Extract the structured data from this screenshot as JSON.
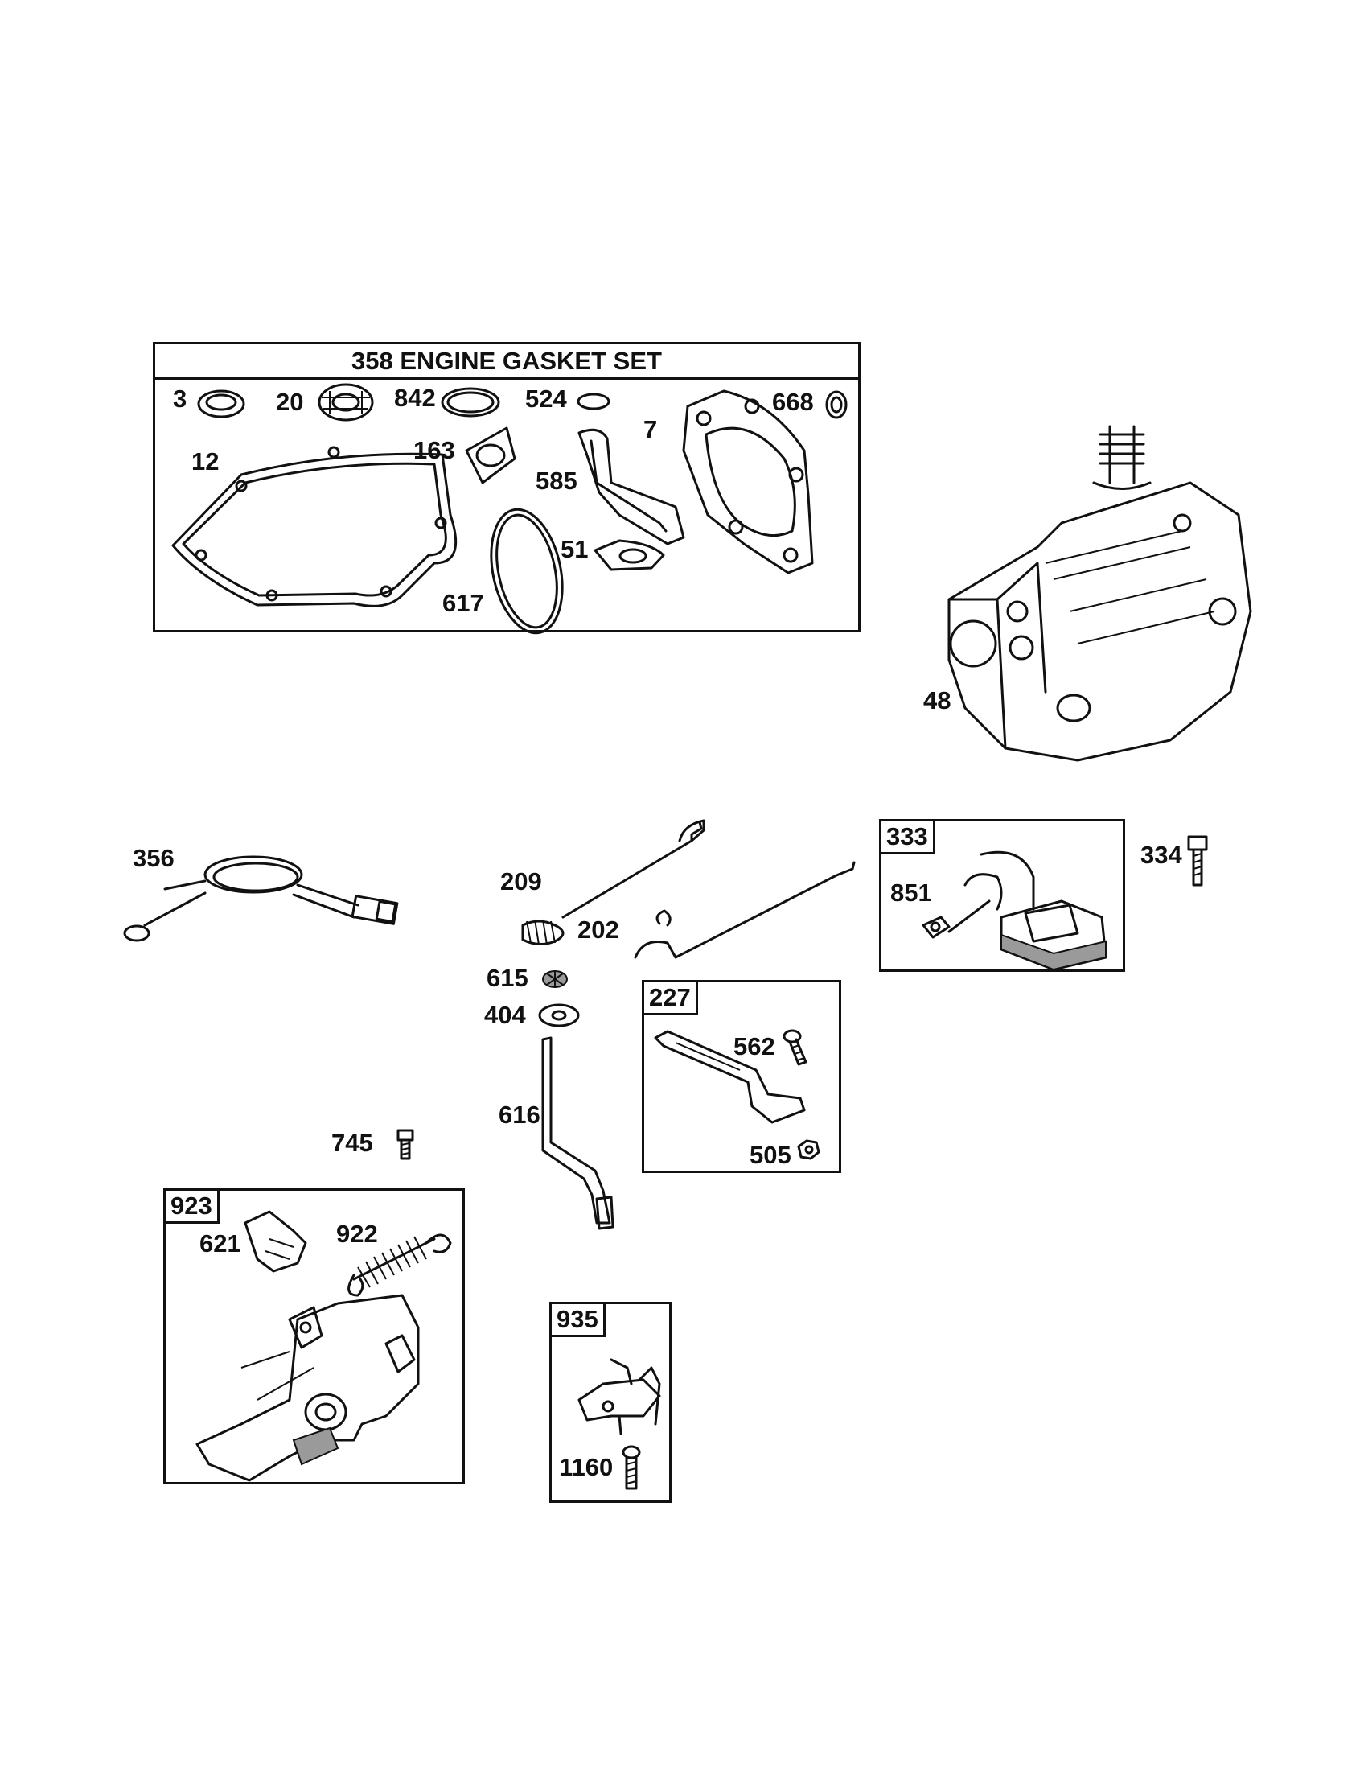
{
  "gasket_set": {
    "number": "358",
    "title": "358 ENGINE GASKET SET"
  },
  "boxes": {
    "b333": "333",
    "b227": "227",
    "b923": "923",
    "b935": "935"
  },
  "callouts": {
    "c3": "3",
    "c20": "20",
    "c842": "842",
    "c524": "524",
    "c668": "668",
    "c7": "7",
    "c12": "12",
    "c163": "163",
    "c585": "585",
    "c51": "51",
    "c617": "617",
    "c48": "48",
    "c356": "356",
    "c209": "209",
    "c202": "202",
    "c615": "615",
    "c404": "404",
    "c616": "616",
    "c745": "745",
    "c851": "851",
    "c334": "334",
    "c562": "562",
    "c505": "505",
    "c621": "621",
    "c922": "922",
    "c1160": "1160"
  }
}
